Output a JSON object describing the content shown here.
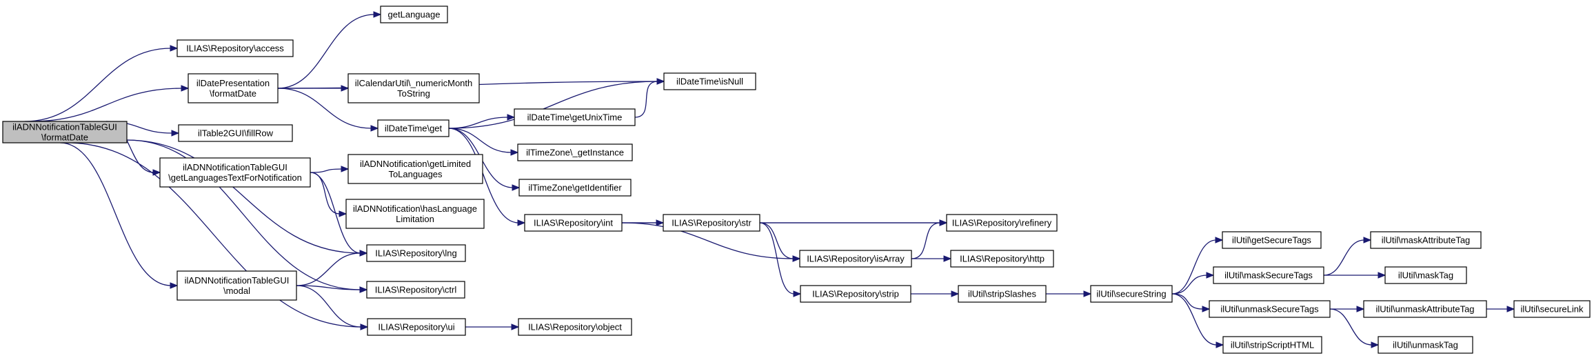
{
  "graph": {
    "nodes": [
      {
        "id": "root",
        "lines": [
          "ilADNNotificationTableGUI",
          "\\formatDate"
        ],
        "root": true
      },
      {
        "id": "access",
        "lines": [
          "ILIAS\\Repository\\access"
        ]
      },
      {
        "id": "presentFormat",
        "lines": [
          "ilDatePresentation",
          "\\formatDate"
        ]
      },
      {
        "id": "fillRow",
        "lines": [
          "ilTable2GUI\\fillRow"
        ]
      },
      {
        "id": "getLangText",
        "lines": [
          "ilADNNotificationTableGUI",
          "\\getLanguagesTextForNotification"
        ]
      },
      {
        "id": "modal",
        "lines": [
          "ilADNNotificationTableGUI",
          "\\modal"
        ]
      },
      {
        "id": "getLanguage",
        "lines": [
          "getLanguage"
        ]
      },
      {
        "id": "numericMonth",
        "lines": [
          "ilCalendarUtil\\_numericMonth",
          "ToString"
        ]
      },
      {
        "id": "dtGet",
        "lines": [
          "ilDateTime\\get"
        ]
      },
      {
        "id": "getLimited",
        "lines": [
          "ilADNNotification\\getLimited",
          "ToLanguages"
        ]
      },
      {
        "id": "hasLangLimit",
        "lines": [
          "ilADNNotification\\hasLanguage",
          "Limitation"
        ]
      },
      {
        "id": "lng",
        "lines": [
          "ILIAS\\Repository\\lng"
        ]
      },
      {
        "id": "ctrl",
        "lines": [
          "ILIAS\\Repository\\ctrl"
        ]
      },
      {
        "id": "ui",
        "lines": [
          "ILIAS\\Repository\\ui"
        ]
      },
      {
        "id": "isNull",
        "lines": [
          "ilDateTime\\isNull"
        ]
      },
      {
        "id": "getUnixTime",
        "lines": [
          "ilDateTime\\getUnixTime"
        ]
      },
      {
        "id": "tzInstance",
        "lines": [
          "ilTimeZone\\_getInstance"
        ]
      },
      {
        "id": "tzIdentifier",
        "lines": [
          "ilTimeZone\\getIdentifier"
        ]
      },
      {
        "id": "repoInt",
        "lines": [
          "ILIAS\\Repository\\int"
        ]
      },
      {
        "id": "repoObject",
        "lines": [
          "ILIAS\\Repository\\object"
        ]
      },
      {
        "id": "repoStr",
        "lines": [
          "ILIAS\\Repository\\str"
        ]
      },
      {
        "id": "isArray",
        "lines": [
          "ILIAS\\Repository\\isArray"
        ]
      },
      {
        "id": "strip",
        "lines": [
          "ILIAS\\Repository\\strip"
        ]
      },
      {
        "id": "refinery",
        "lines": [
          "ILIAS\\Repository\\refinery"
        ]
      },
      {
        "id": "http",
        "lines": [
          "ILIAS\\Repository\\http"
        ]
      },
      {
        "id": "stripSlashes",
        "lines": [
          "ilUtil\\stripSlashes"
        ]
      },
      {
        "id": "secureString",
        "lines": [
          "ilUtil\\secureString"
        ]
      },
      {
        "id": "getSecureTags",
        "lines": [
          "ilUtil\\getSecureTags"
        ]
      },
      {
        "id": "maskSecureTags",
        "lines": [
          "ilUtil\\maskSecureTags"
        ]
      },
      {
        "id": "unmaskSecureTags",
        "lines": [
          "ilUtil\\unmaskSecureTags"
        ]
      },
      {
        "id": "stripScriptHTML",
        "lines": [
          "ilUtil\\stripScriptHTML"
        ]
      },
      {
        "id": "maskAttributeTag",
        "lines": [
          "ilUtil\\maskAttributeTag"
        ]
      },
      {
        "id": "maskTag",
        "lines": [
          "ilUtil\\maskTag"
        ]
      },
      {
        "id": "unmaskAttributeTag",
        "lines": [
          "ilUtil\\unmaskAttributeTag"
        ]
      },
      {
        "id": "unmaskTag",
        "lines": [
          "ilUtil\\unmaskTag"
        ]
      },
      {
        "id": "secureLink",
        "lines": [
          "ilUtil\\secureLink"
        ]
      }
    ],
    "edges": [
      [
        "root",
        "access"
      ],
      [
        "root",
        "presentFormat"
      ],
      [
        "root",
        "fillRow"
      ],
      [
        "root",
        "getLangText"
      ],
      [
        "root",
        "lng"
      ],
      [
        "root",
        "ctrl"
      ],
      [
        "root",
        "modal"
      ],
      [
        "root",
        "ui"
      ],
      [
        "presentFormat",
        "getLanguage"
      ],
      [
        "presentFormat",
        "isNull"
      ],
      [
        "presentFormat",
        "numericMonth"
      ],
      [
        "presentFormat",
        "dtGet"
      ],
      [
        "dtGet",
        "isNull"
      ],
      [
        "dtGet",
        "getUnixTime"
      ],
      [
        "dtGet",
        "tzInstance"
      ],
      [
        "dtGet",
        "tzIdentifier"
      ],
      [
        "dtGet",
        "repoInt"
      ],
      [
        "getUnixTime",
        "isNull"
      ],
      [
        "getLangText",
        "getLimited"
      ],
      [
        "getLangText",
        "hasLangLimit"
      ],
      [
        "getLangText",
        "lng"
      ],
      [
        "modal",
        "lng"
      ],
      [
        "modal",
        "ctrl"
      ],
      [
        "modal",
        "ui"
      ],
      [
        "ui",
        "repoObject"
      ],
      [
        "repoInt",
        "repoStr"
      ],
      [
        "repoInt",
        "refinery"
      ],
      [
        "repoInt",
        "isArray"
      ],
      [
        "repoStr",
        "refinery"
      ],
      [
        "repoStr",
        "isArray"
      ],
      [
        "repoStr",
        "strip"
      ],
      [
        "isArray",
        "refinery"
      ],
      [
        "isArray",
        "http"
      ],
      [
        "strip",
        "stripSlashes"
      ],
      [
        "stripSlashes",
        "secureString"
      ],
      [
        "secureString",
        "getSecureTags"
      ],
      [
        "secureString",
        "maskSecureTags"
      ],
      [
        "secureString",
        "unmaskSecureTags"
      ],
      [
        "secureString",
        "stripScriptHTML"
      ],
      [
        "maskSecureTags",
        "maskAttributeTag"
      ],
      [
        "maskSecureTags",
        "maskTag"
      ],
      [
        "unmaskSecureTags",
        "unmaskAttributeTag"
      ],
      [
        "unmaskSecureTags",
        "unmaskTag"
      ],
      [
        "unmaskAttributeTag",
        "secureLink"
      ]
    ]
  }
}
